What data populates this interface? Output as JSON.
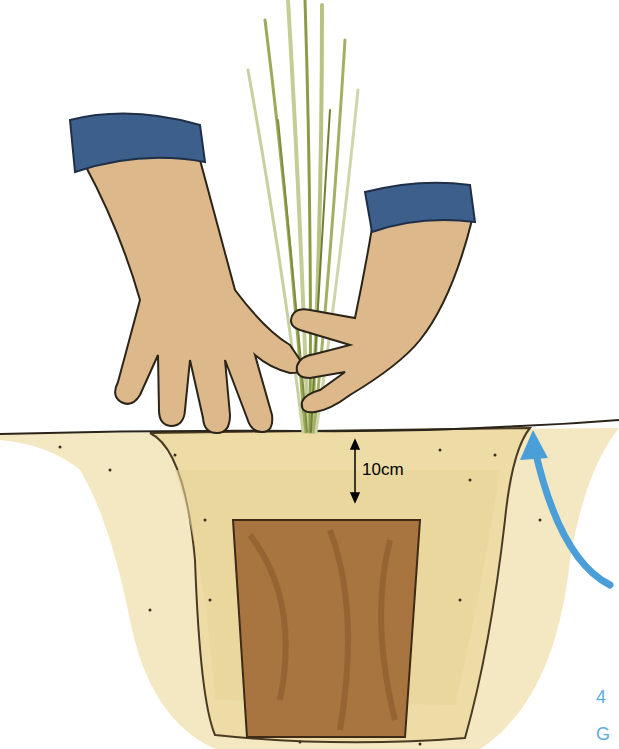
{
  "diagram": {
    "labels": [
      "10cm",
      "4",
      "G"
    ]
  }
}
